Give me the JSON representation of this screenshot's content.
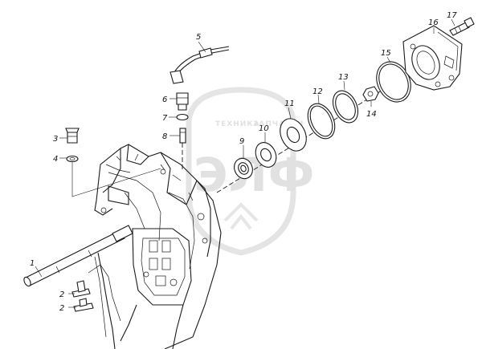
{
  "watermark": {
    "line1": "ТЕХНИКА",
    "line2": "ЗАПЧАСТИ",
    "logo": "ЭЛФ",
    "color": "#c9c9c9"
  },
  "callouts": {
    "c1": "1",
    "c2a": "2",
    "c2b": "2",
    "c3": "3",
    "c4": "4",
    "c5": "5",
    "c6": "6",
    "c7": "7",
    "c8": "8",
    "c9": "9",
    "c10": "10",
    "c11": "11",
    "c12": "12",
    "c13": "13",
    "c14": "14",
    "c15": "15",
    "c16": "16",
    "c17": "17"
  },
  "colors": {
    "ink": "#1a1a1a",
    "background": "#ffffff"
  }
}
